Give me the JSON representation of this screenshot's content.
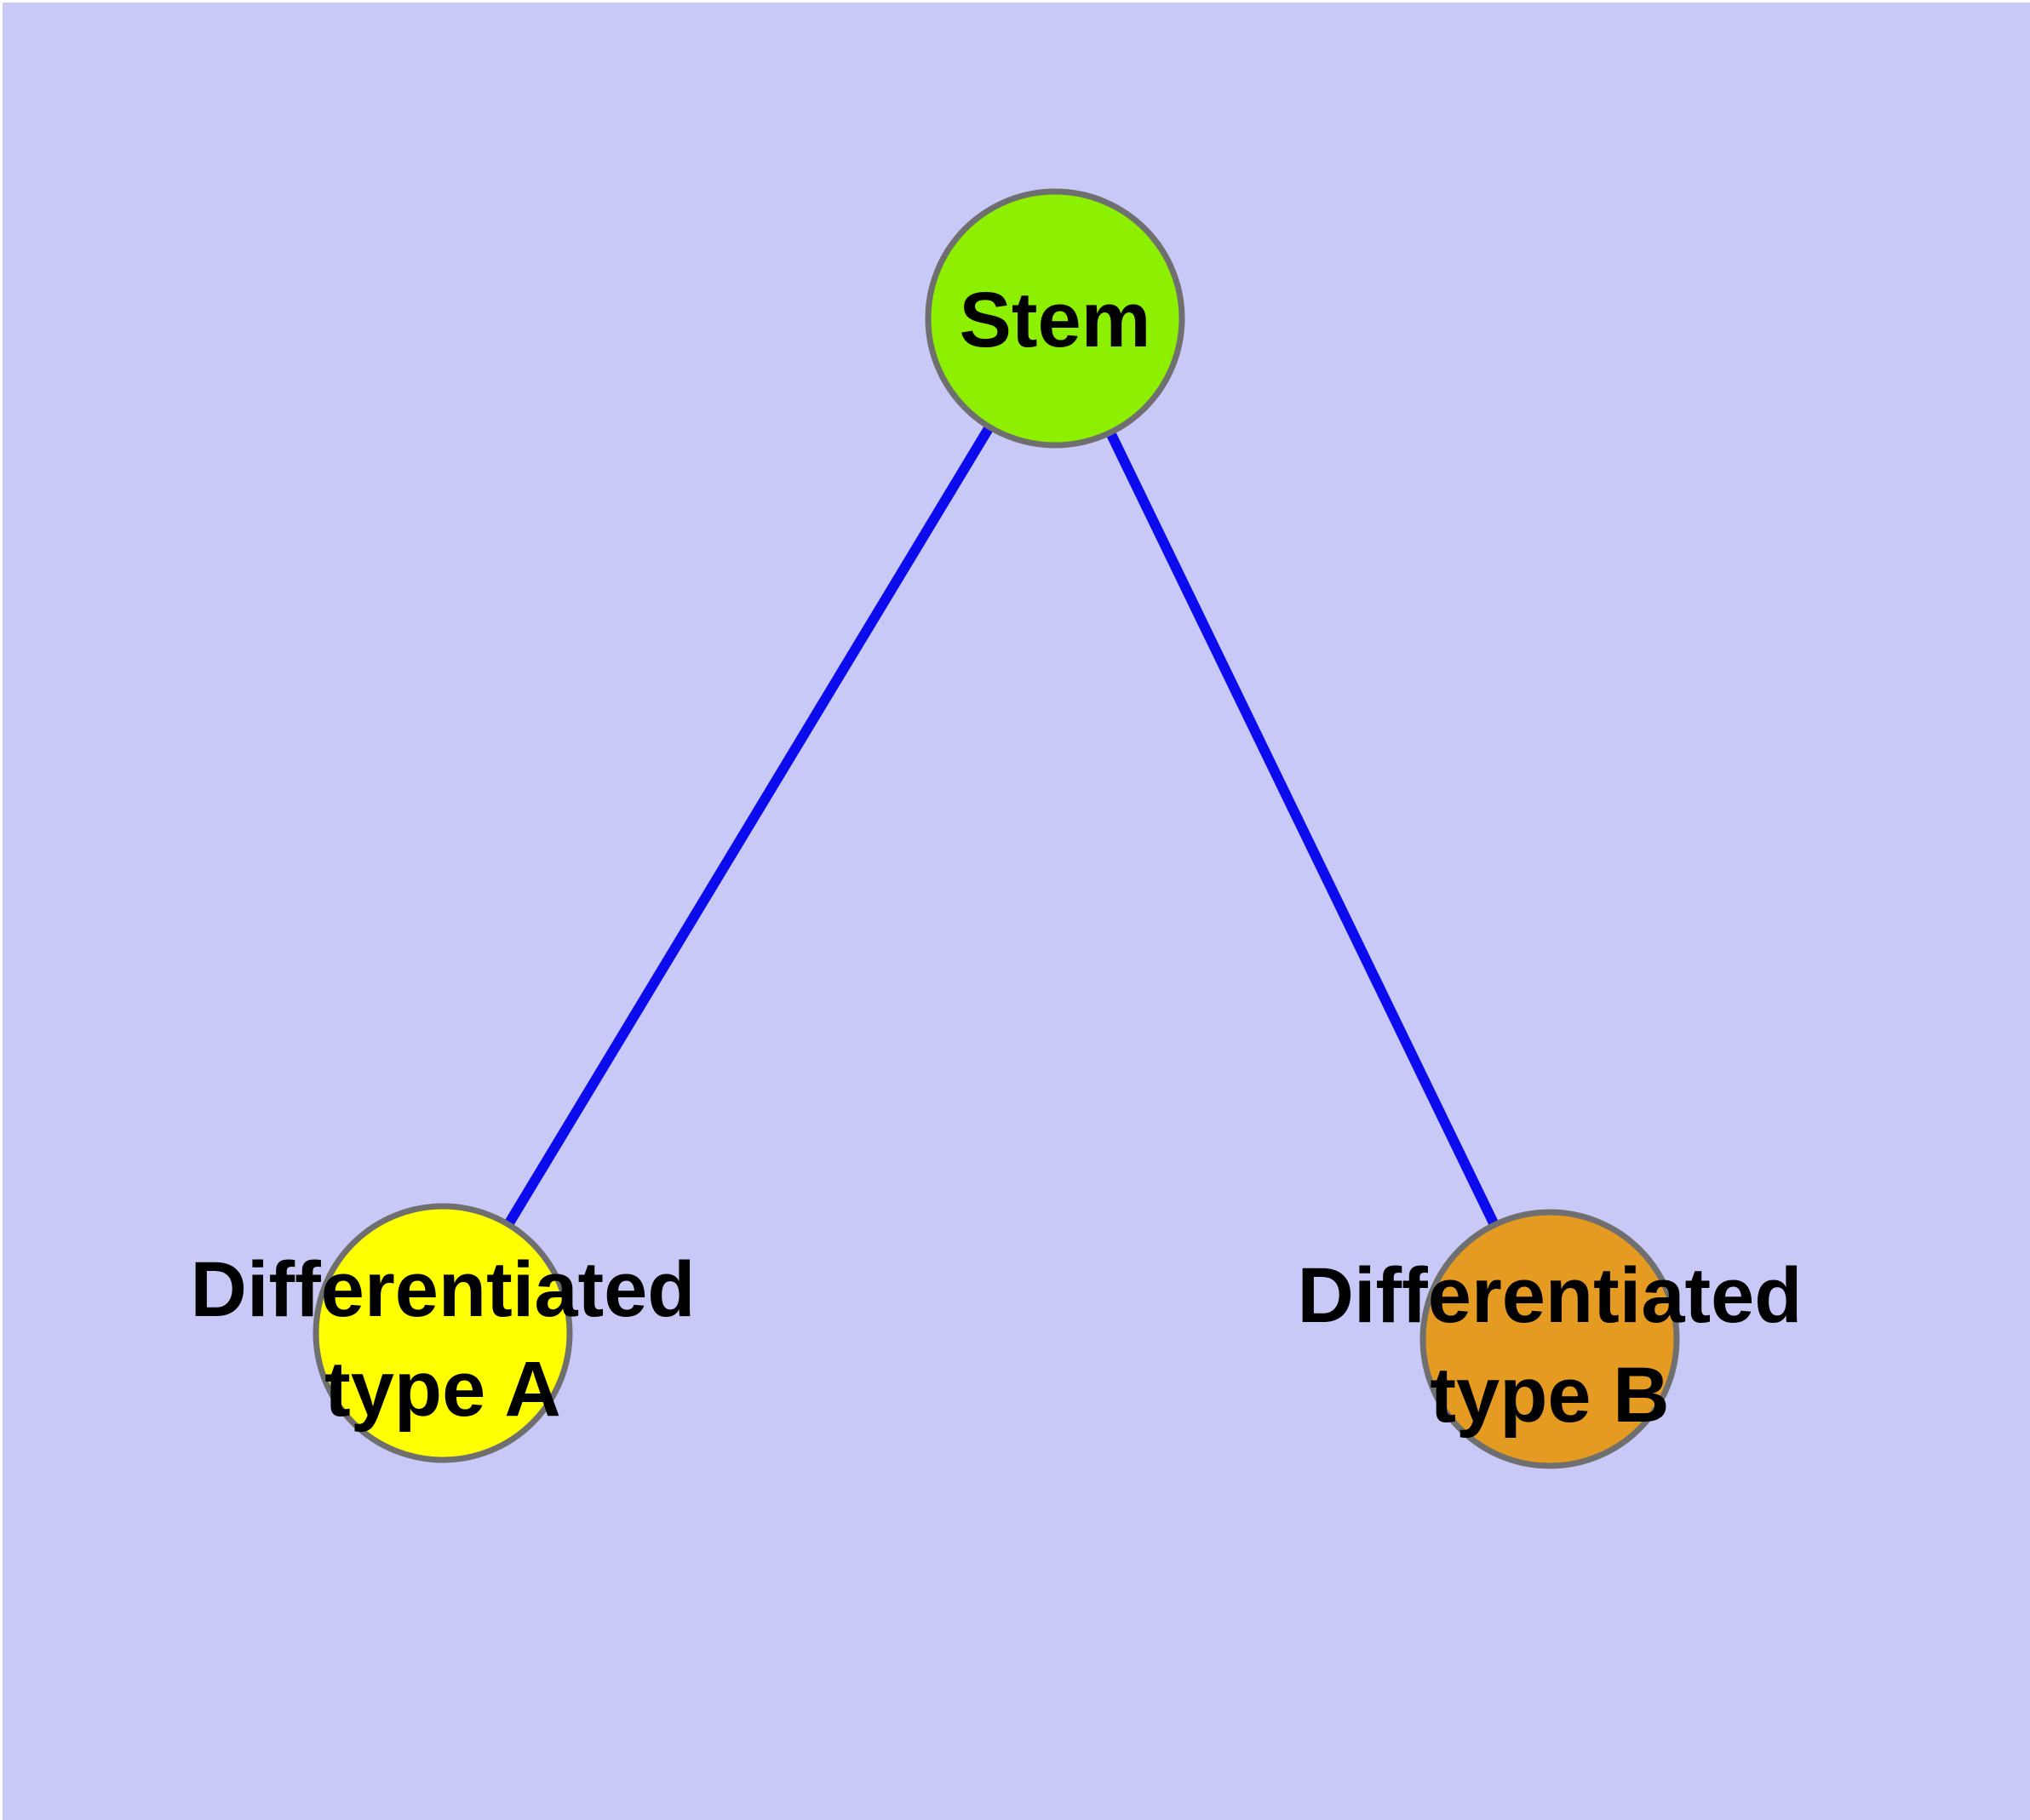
{
  "diagram": {
    "type": "node-link-graph",
    "background_color": "#C9C9F8",
    "edge_color": "#0B0BEE",
    "node_border_color": "#6F6F6F",
    "label_color": "#000000",
    "nodes": [
      {
        "id": "stem",
        "label_lines": [
          "Stem"
        ],
        "fill": "#8CF000"
      },
      {
        "id": "differentiated-type-a",
        "label_lines": [
          "Differentiated",
          "type A"
        ],
        "fill": "#FFFF00"
      },
      {
        "id": "differentiated-type-b",
        "label_lines": [
          "Differentiated",
          "type B"
        ],
        "fill": "#E59B22"
      }
    ],
    "edges": [
      {
        "from": "stem",
        "to": "differentiated-type-a"
      },
      {
        "from": "stem",
        "to": "differentiated-type-b"
      }
    ]
  }
}
